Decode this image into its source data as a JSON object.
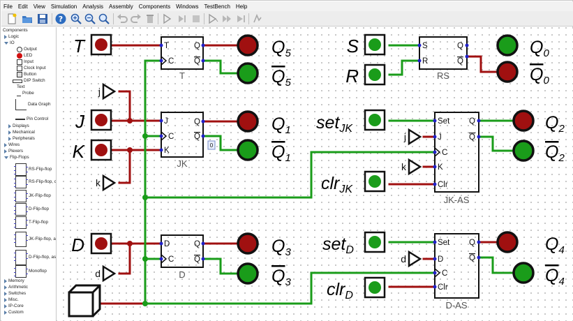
{
  "menu": {
    "items": [
      "File",
      "Edit",
      "View",
      "Simulation",
      "Analysis",
      "Assembly",
      "Components",
      "Windows",
      "TestBench",
      "Help"
    ]
  },
  "tree": {
    "components_label": "Components",
    "logic": "Logic",
    "io": "IO",
    "io_items": [
      "Output",
      "LED",
      "Input",
      "Clock Input",
      "Button",
      "DIP Switch",
      "Text",
      "Probe",
      "Data Graph",
      "Pin Control"
    ],
    "displays": "Displays",
    "mechanical": "Mechanical",
    "peripherals": "Peripherals",
    "wires": "Wires",
    "plexers": "Plexers",
    "flipflops": "Flip-Flops",
    "ff_items": [
      "RS-Flip-flop",
      "RS-Flip-flop, c",
      "JK-Flip-flop",
      "D-Flip-flop",
      "T-Flip-flop",
      "JK-Flip-flop, as",
      "D-Flip-flop, as",
      "Monoflop"
    ],
    "rest": [
      "Memory",
      "Arithmetic",
      "Switches",
      "Misc.",
      "IP-Core",
      "Custom"
    ]
  },
  "circuit": {
    "inputs": {
      "T": "T",
      "J": "J",
      "K": "K",
      "D": "D",
      "S": "S",
      "R": "R",
      "setJK_base": "set",
      "setJK_sub": "JK",
      "clrJK_base": "clr",
      "clrJK_sub": "JK",
      "setD_base": "set",
      "setD_sub": "D",
      "clrD_base": "clr",
      "clrD_sub": "D"
    },
    "outputs": {
      "q": "Q",
      "sub5": "5",
      "sub1": "1",
      "sub3": "3",
      "sub0": "0",
      "sub2": "2",
      "sub4": "4"
    },
    "clock_labels": {
      "j": "j",
      "k": "k",
      "d": "d"
    },
    "ff_names": {
      "t": "T",
      "jk": "JK",
      "d": "D",
      "rs": "RS",
      "jkas": "JK-AS",
      "das": "D-AS"
    },
    "pins": {
      "T": "T",
      "C": "C",
      "Q": "Q",
      "J": "J",
      "K": "K",
      "D": "D",
      "S": "S",
      "R": "R",
      "Set": "Set",
      "Clr": "Clr"
    },
    "probe_value": "0"
  },
  "colors": {
    "wire_high": "#1a9c1a",
    "wire_low": "#a01010",
    "led_red": "#a01010",
    "led_green": "#1a9c1a",
    "pin": "#2020c8"
  }
}
